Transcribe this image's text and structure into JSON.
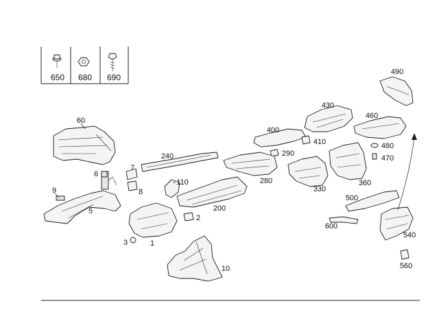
{
  "hardware_table": {
    "items": [
      {
        "label": "650",
        "icon": "bolt-flange-icon"
      },
      {
        "label": "680",
        "icon": "nut-icon"
      },
      {
        "label": "690",
        "icon": "screw-icon"
      }
    ]
  },
  "callouts": {
    "c60": "60",
    "c6": "6",
    "c7": "7",
    "c8": "8",
    "c9": "9",
    "c5": "5",
    "c240": "240",
    "c110": "110",
    "c200": "200",
    "c2": "2",
    "c1": "1",
    "c3": "3",
    "c10": "10",
    "c400": "400",
    "c430": "430",
    "c410": "410",
    "c290": "290",
    "c280": "280",
    "c330": "330",
    "c360": "360",
    "c460": "460",
    "c490": "490",
    "c480": "480",
    "c470": "470",
    "c500": "500",
    "c600": "600",
    "c540": "540",
    "c560": "560"
  },
  "colors": {
    "line": "#1a1a1a",
    "fill": "#f4f4f4",
    "background": "#ffffff"
  }
}
